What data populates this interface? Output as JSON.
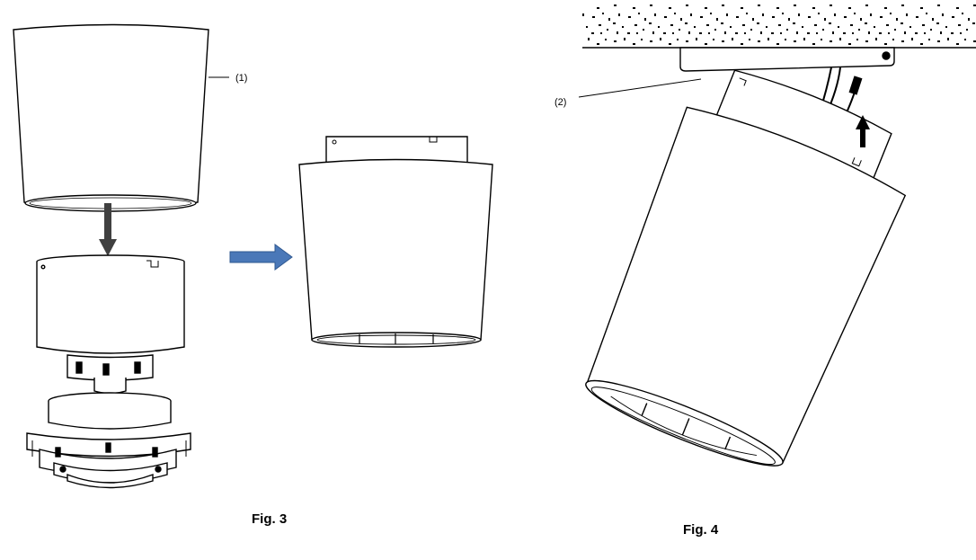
{
  "figures": {
    "fig3": {
      "caption": "Fig. 3",
      "callout_1": "(1)"
    },
    "fig4": {
      "caption": "Fig. 4",
      "callout_2": "(2)"
    }
  },
  "colors": {
    "line": "#000000",
    "arrow_down": "#404040",
    "arrow_right": "#4a78b8",
    "arrow_right_edge": "#2f5890",
    "ceiling_fill": "#e6e6e6"
  }
}
